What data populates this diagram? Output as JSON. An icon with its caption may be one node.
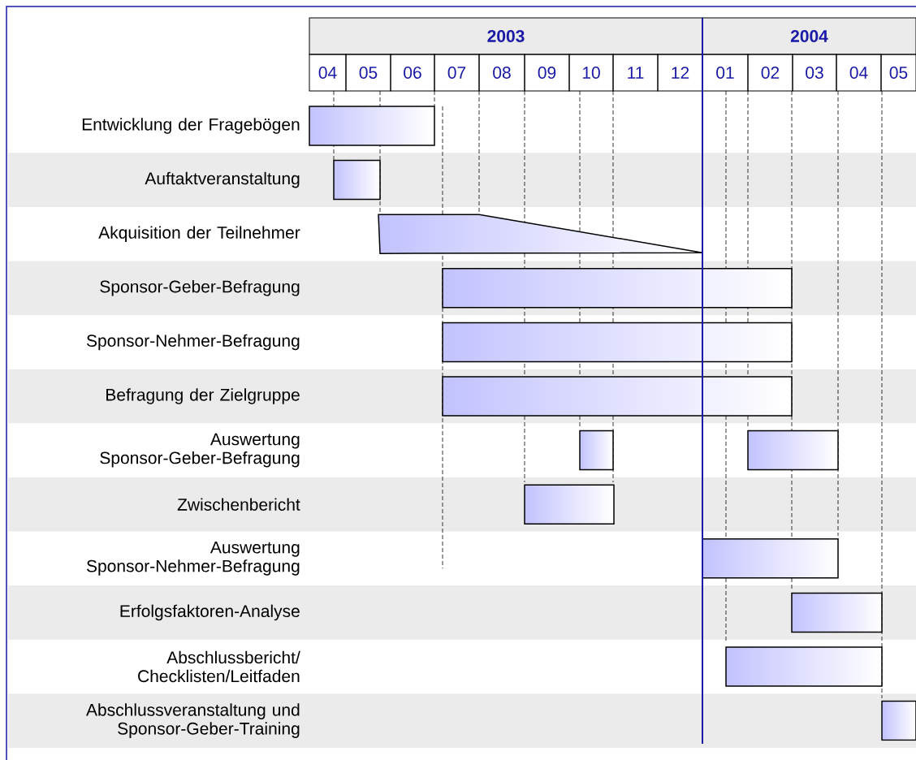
{
  "diagram": {
    "labels": [
      "2003",
      "2004",
      "04",
      "05",
      "06",
      "07",
      "08",
      "09",
      "10",
      "11",
      "12",
      "01",
      "02",
      "03",
      "04",
      "05",
      "Entwicklung der Fragebögen",
      "Auftaktveranstaltung",
      "Akquisition der Teilnehmer",
      "Sponsor-Geber-Befragung",
      "Sponsor-Nehmer-Befragung",
      "Befragung der Zielgruppe",
      "Auswertung Sponsor-Geber-Befragung",
      "Zwischenbericht",
      "Auswertung Sponsor-Nehmer-Befragung",
      "Erfolgsfaktoren-Analyse",
      "Abschlussbericht/ Checklisten/Leitfaden",
      "Abschlussveranstaltung und Sponsor-Geber-Training"
    ]
  }
}
